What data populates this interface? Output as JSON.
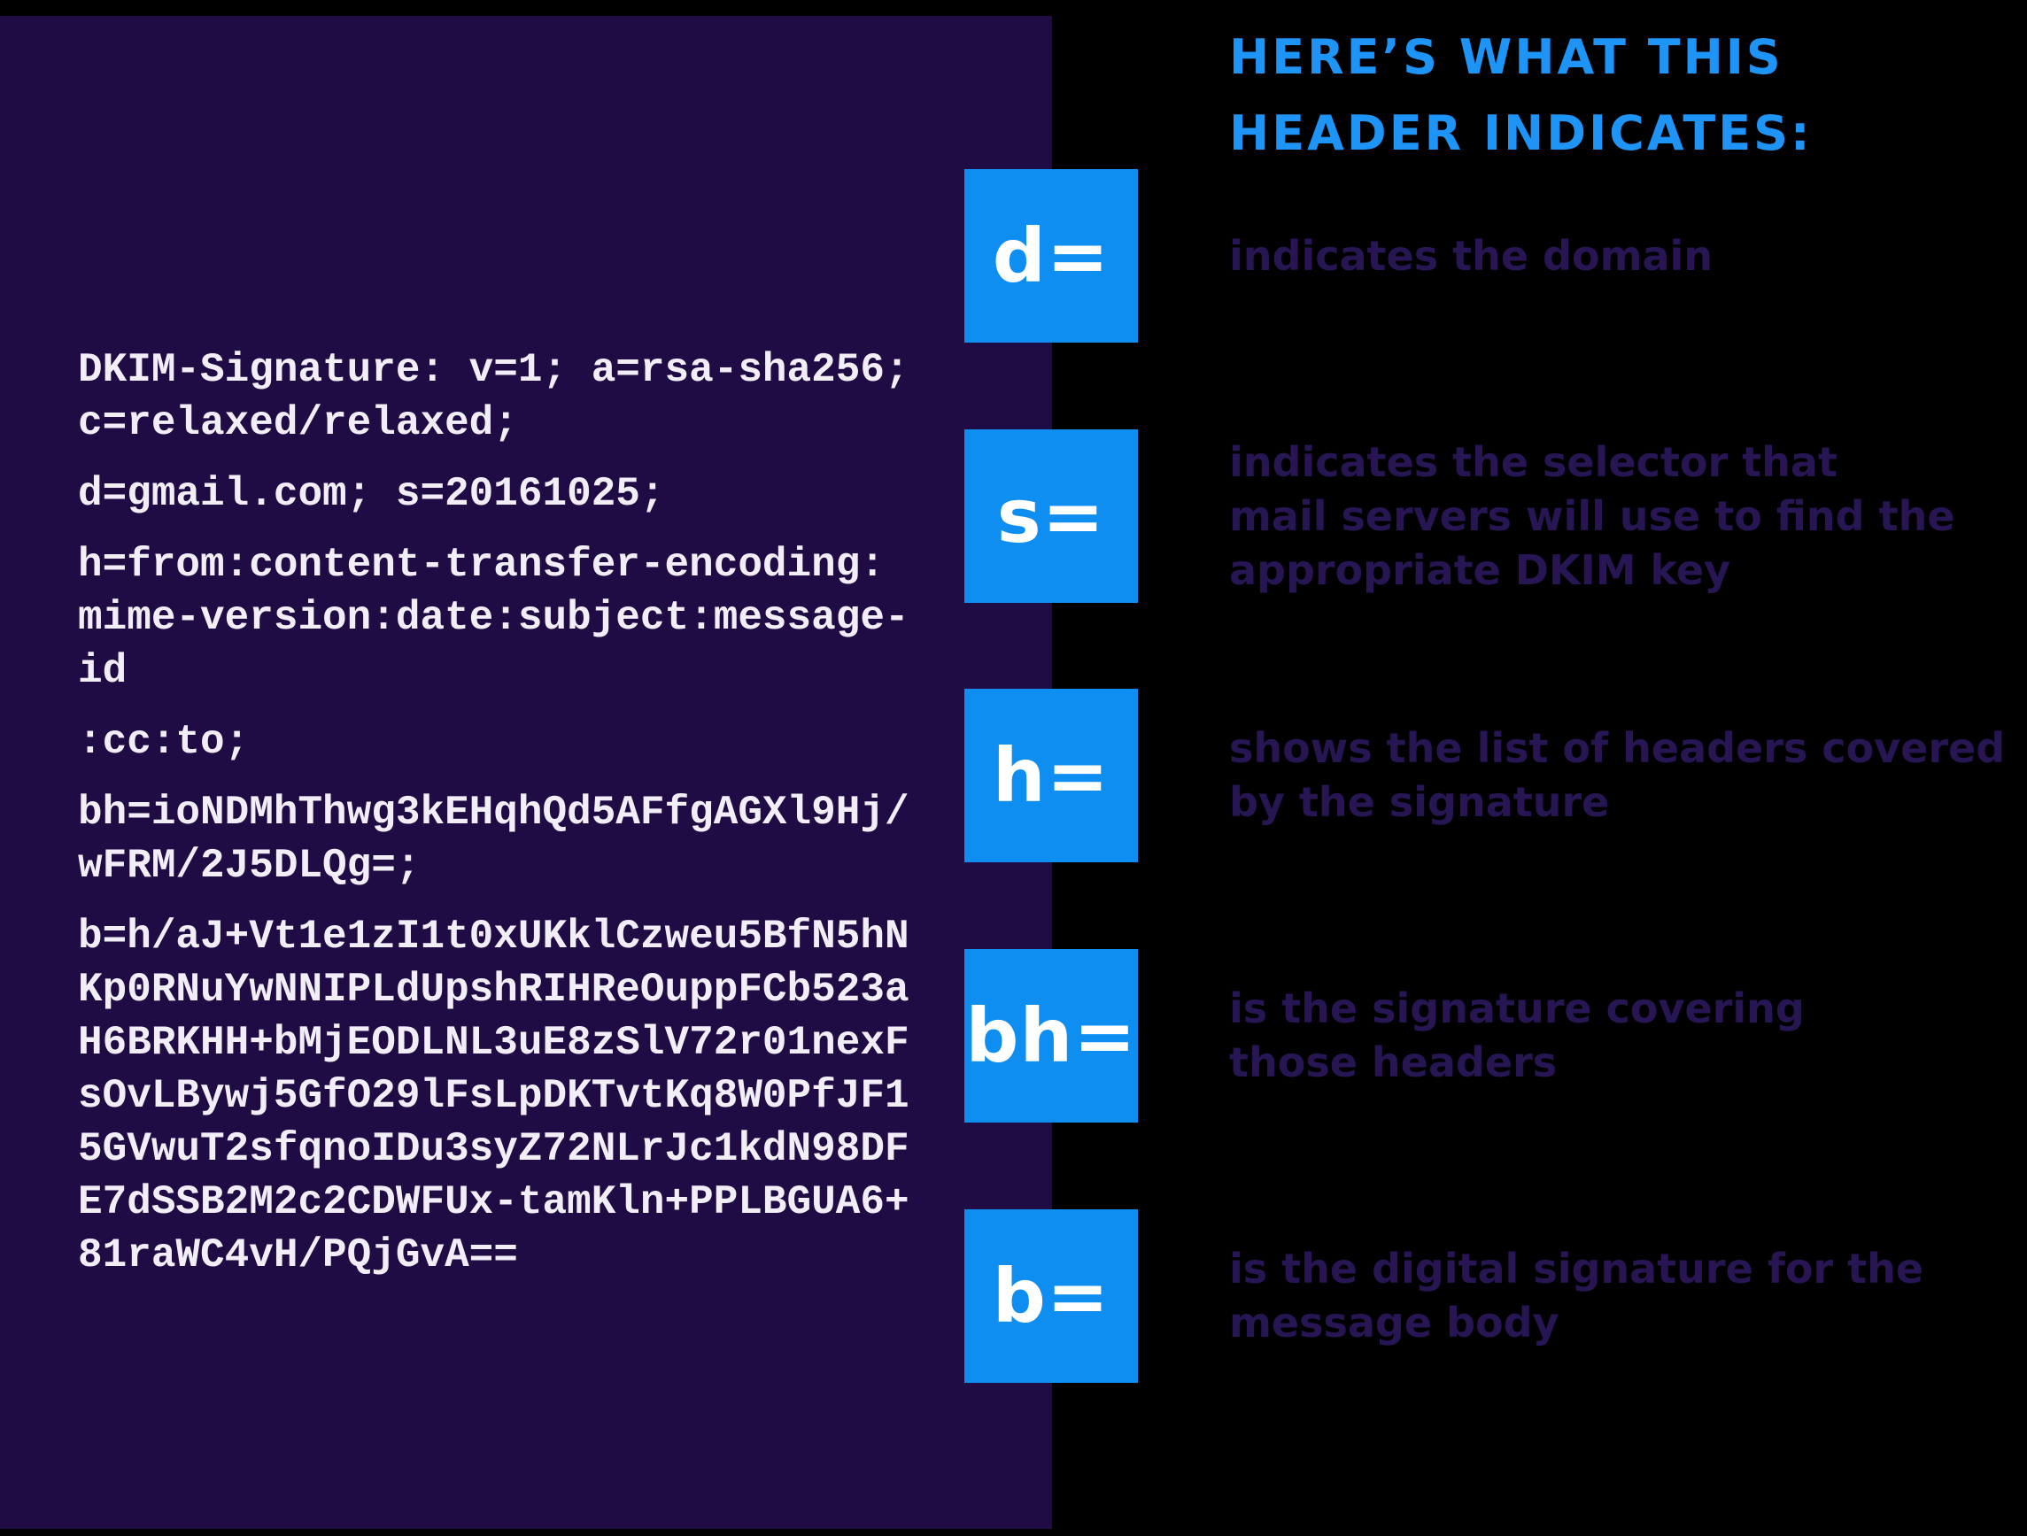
{
  "left_panel": {
    "code_paragraphs": [
      "DKIM-Signature: v=1; a=rsa-sha256;\nc=relaxed/relaxed;",
      "d=gmail.com; s=20161025;",
      "h=from:content-transfer-encoding:\nmime-version:date:subject:message-\nid",
      ":cc:to;",
      "bh=ioNDMhThwg3kEHqhQd5AFfgAGXl9Hj/\nwFRM/2J5DLQg=;",
      "b=h/aJ+Vt1e1zI1t0xUKklCzweu5BfN5hN\nKp0RNuYwNNIPLdUpshRIHReOuppFCb523a\nH6BRKHH+bMjEODLNL3uE8zSlV72r01nexF\nsOvLBywj5GfO29lFsLpDKTvtKq8W0PfJF1\n5GVwuT2sfqnoIDu3syZ72NLrJc1kdN98DF\nE7dSSB2M2c2CDWFUx-tamKln+PPLBGUA6+\n81raWC4vH/PQjGvA=="
    ]
  },
  "right_panel": {
    "heading": "HERE’S WHAT THIS\nHEADER INDICATES:",
    "items": [
      {
        "tag": "d=",
        "description": "indicates the domain"
      },
      {
        "tag": "s=",
        "description": "indicates the selector that\nmail servers will use to find the\nappropriate DKIM key"
      },
      {
        "tag": "h=",
        "description": "shows the list of headers covered\nby the signature"
      },
      {
        "tag": "bh=",
        "description": "is the signature covering\nthose headers"
      },
      {
        "tag": "b=",
        "description": "is the digital signature for the\nmessage body"
      }
    ]
  },
  "colors": {
    "background": "#000000",
    "panel_purple": "#200C44",
    "accent_blue": "#0F8EF2",
    "heading_blue": "#1E94F6",
    "description_text": "#271653",
    "code_text": "#F2EEF8"
  }
}
